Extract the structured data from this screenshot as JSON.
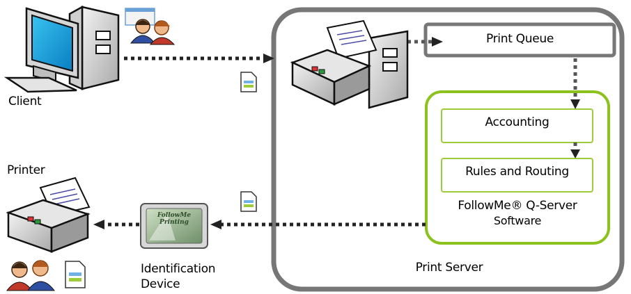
{
  "labels": {
    "client": "Client",
    "printer": "Printer",
    "identification_device": "Identification\nDevice",
    "print_server": "Print Server",
    "print_queue": "Print Queue",
    "accounting": "Accounting",
    "rules_routing": "Rules and Routing",
    "software_line1": "FollowMe® Q-Server",
    "software_line2": "Software",
    "device_screen_line1": "FollowMe",
    "device_screen_line2": "Printing"
  },
  "colors": {
    "server_border": "#777777",
    "software_border": "#8cc21e",
    "queue_border": "#777777",
    "arrow": "#222222"
  },
  "icons": [
    "client-computer-icon",
    "users-icon",
    "document-icon",
    "printer-icon",
    "server-printer-icon",
    "identification-device-icon"
  ]
}
